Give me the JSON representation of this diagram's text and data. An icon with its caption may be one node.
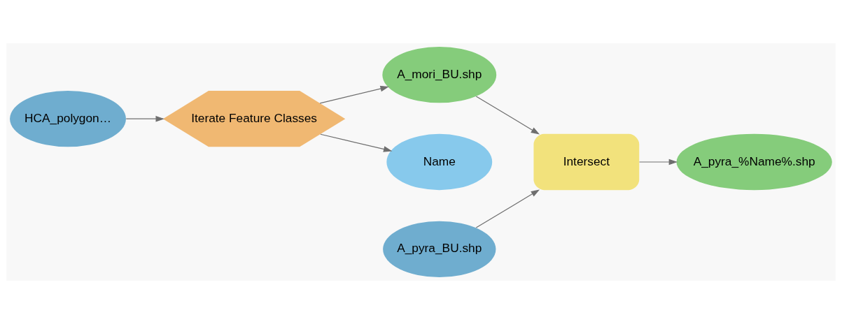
{
  "diagram": {
    "nodes": [
      {
        "text": [
          "HCA_polygon…"
        ]
      },
      {
        "text": [
          "Iterate Feature Classes"
        ]
      },
      {
        "text": [
          "A_mori_BU.shp"
        ]
      },
      {
        "text": [
          "Intersect"
        ]
      },
      {
        "text": [
          "A_pyra_%Name%.shp"
        ]
      },
      {
        "text": [
          "A_pyra_BU.shp"
        ]
      },
      {
        "text": [
          "Name"
        ]
      }
    ],
    "edges": [
      {
        "from": 0,
        "to": 1,
        "arrow": "to"
      },
      {
        "from": 1,
        "to": 2,
        "arrow": "to"
      },
      {
        "from": 1,
        "to": 6,
        "arrow": "to"
      },
      {
        "from": 2,
        "to": 3,
        "arrow": "to"
      },
      {
        "from": 5,
        "to": 3,
        "arrow": "to"
      },
      {
        "from": 3,
        "to": 4,
        "arrow": "to"
      }
    ]
  }
}
